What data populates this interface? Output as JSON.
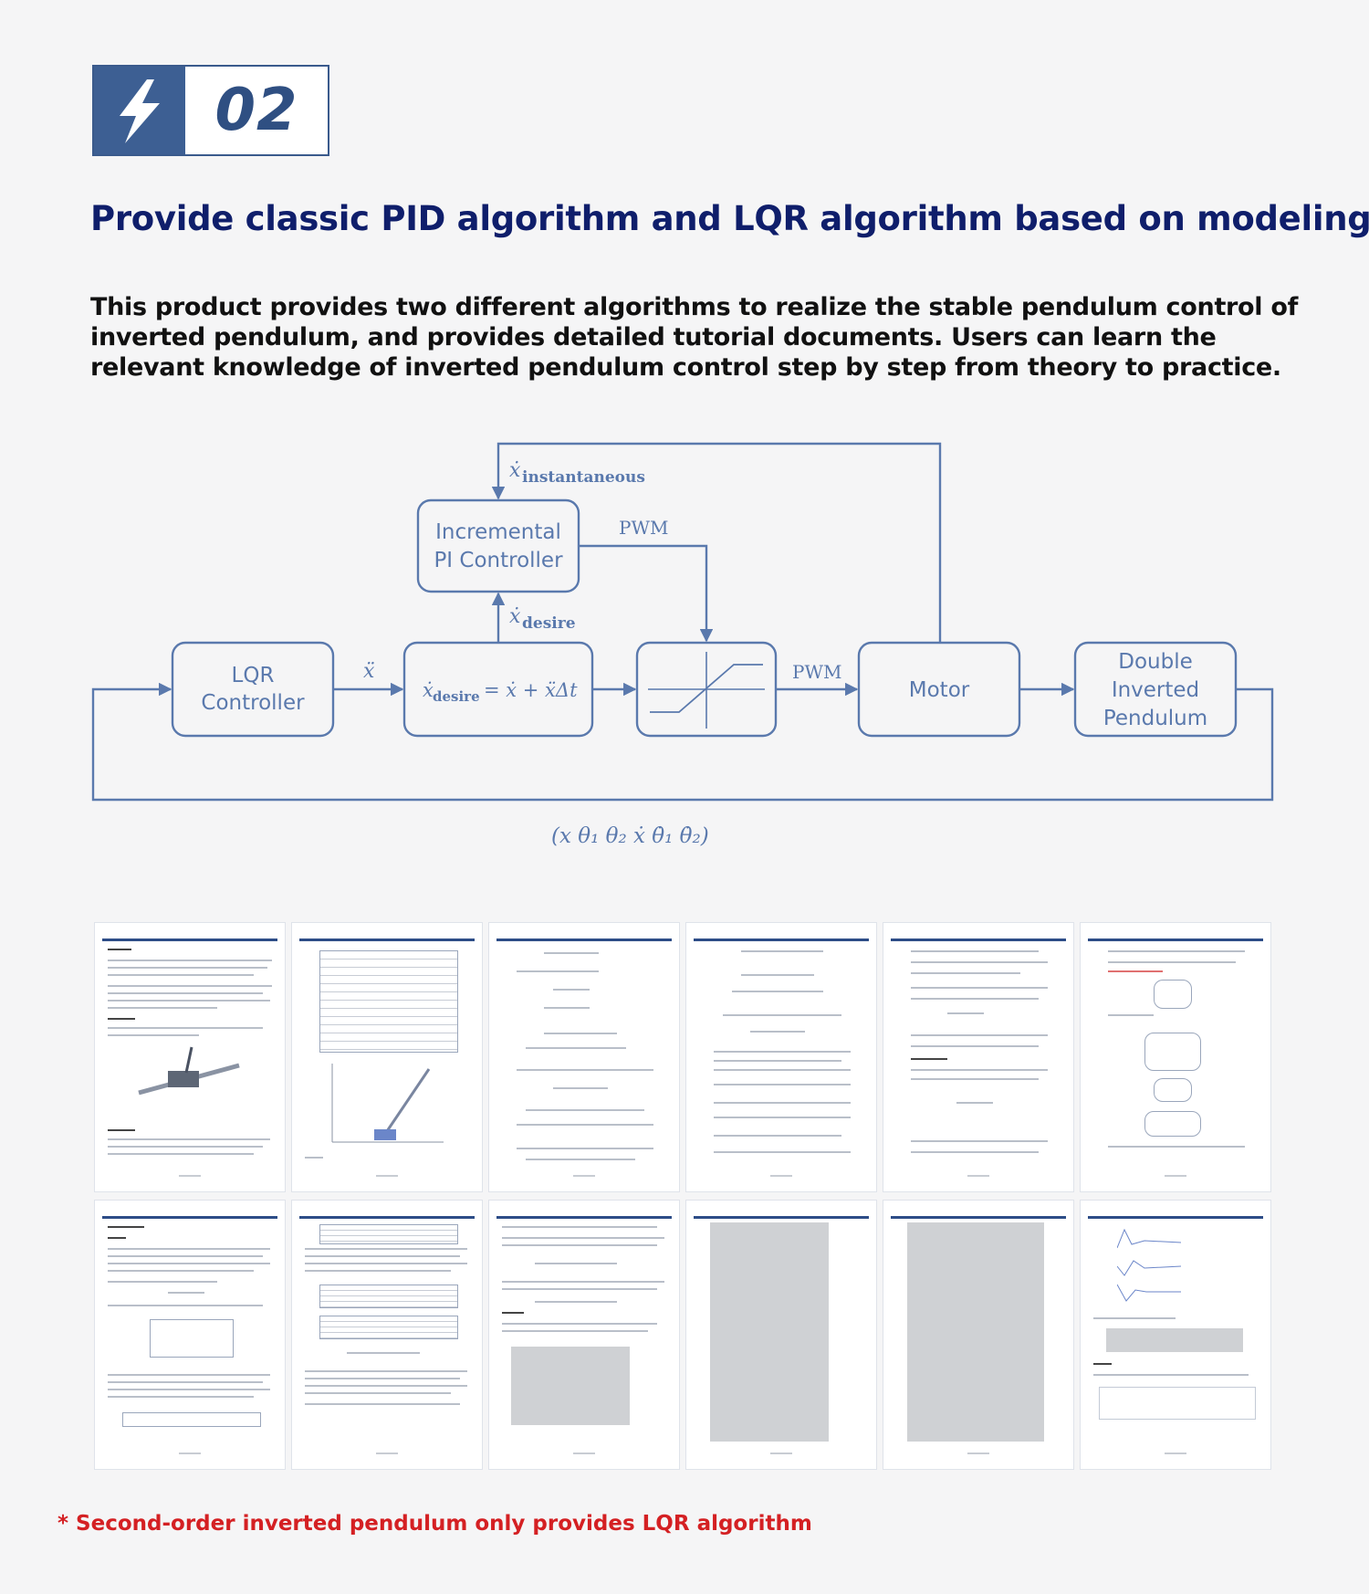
{
  "badge": {
    "number": "02",
    "icon": "lightning-bolt-icon"
  },
  "headline": "Provide classic PID algorithm and LQR algorithm based on modeling",
  "description": "This product provides two different algorithms to realize the stable pendulum control of inverted pendulum, and provides detailed tutorial documents. Users can learn the relevant knowledge of inverted pendulum control step by step from theory to practice.",
  "diagram": {
    "blocks": {
      "incremental_line1": "Incremental",
      "incremental_line2": "PI Controller",
      "lqr_line1": "LQR",
      "lqr_line2": "Controller",
      "equation_lhs": "ẋ",
      "equation_sub": "desire",
      "equation_rhs": "= ẋ + ẍΔt",
      "motor": "Motor",
      "pendulum_line1": "Double",
      "pendulum_line2": "Inverted",
      "pendulum_line3": "Pendulum"
    },
    "signals": {
      "instantaneous_sym": "ẋ",
      "instantaneous_sub": "instantaneous",
      "pwm_upper": "PWM",
      "pwm_lower": "PWM",
      "desire_sym": "ẋ",
      "desire_sub": "desire",
      "accel": "ẍ",
      "state_vector": "(x   θ₁   θ₂   ẋ   θ̇₁   θ̇₂)"
    },
    "colors": {
      "line": "#5a79ad",
      "box": "#5a79ad"
    }
  },
  "documents": {
    "pages_per_row": 6,
    "rows": 2
  },
  "note": "* Second-order inverted pendulum only provides LQR algorithm"
}
